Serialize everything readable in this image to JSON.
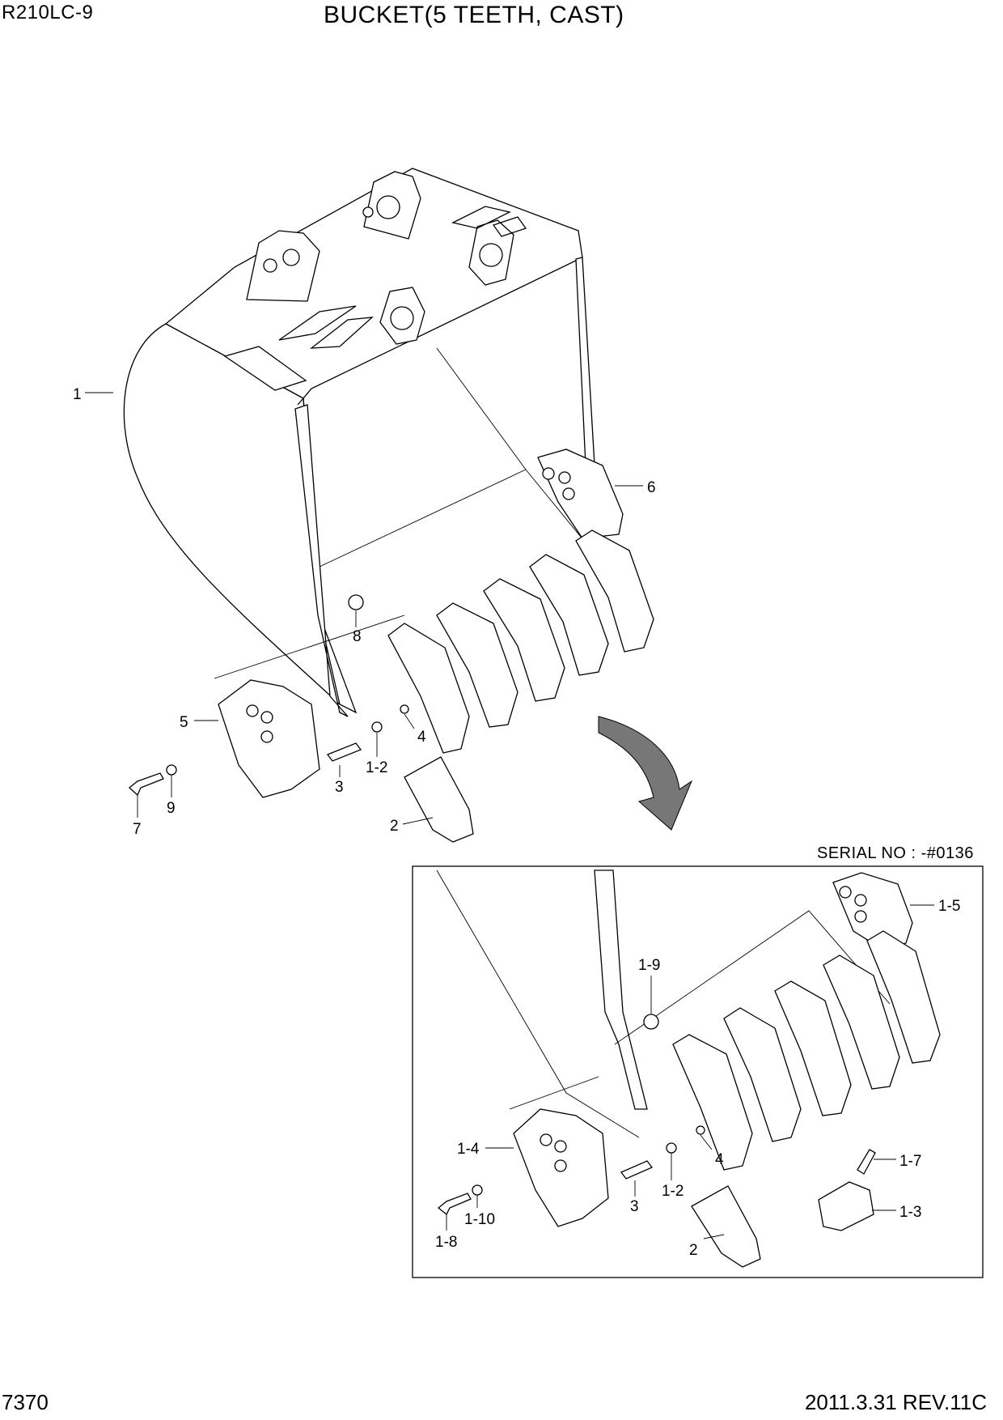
{
  "header": {
    "model": "R210LC-9",
    "title": "BUCKET(5 TEETH, CAST)"
  },
  "footer": {
    "page_number": "7370",
    "revision": "2011.3.31 REV.11C"
  },
  "inset": {
    "serial_label": "SERIAL NO : -#0136"
  },
  "callouts_main": [
    "1",
    "6",
    "8",
    "5",
    "3",
    "1-2",
    "4",
    "7",
    "9",
    "2"
  ],
  "callouts_inset": [
    "1-5",
    "1-9",
    "1-4",
    "4",
    "1-7",
    "1-8",
    "1-10",
    "3",
    "1-2",
    "1-3",
    "2"
  ]
}
